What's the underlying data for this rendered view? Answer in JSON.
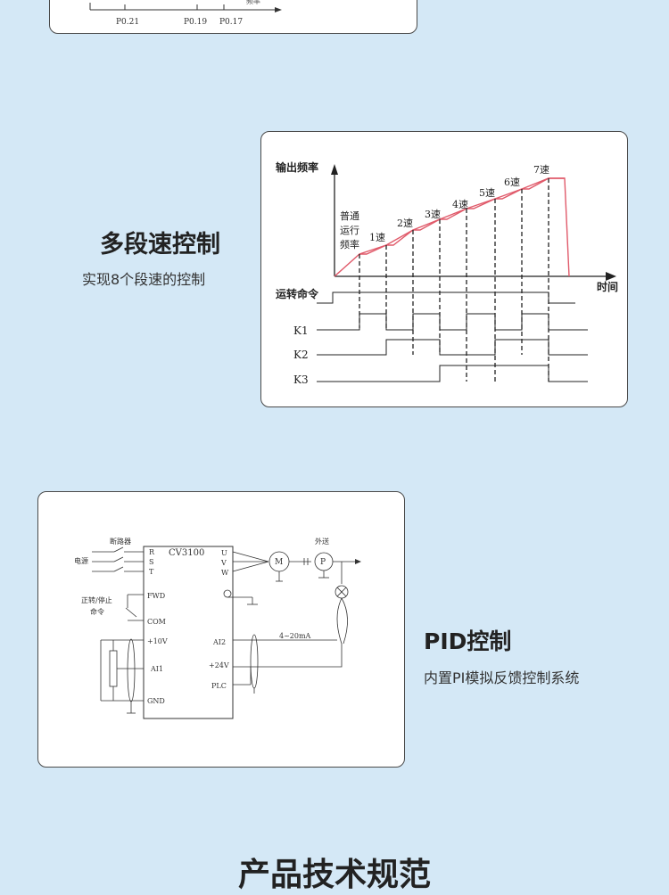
{
  "top_card": {
    "labels": [
      "P0.21",
      "P0.19",
      "P0.17"
    ],
    "partial_label": "频率"
  },
  "multi_speed": {
    "title": "多段速控制",
    "subtitle": "实现8个段速的控制",
    "diagram": {
      "y_axis": "输出频率",
      "x_axis": "时间",
      "normal_label": [
        "普通",
        "运行",
        "频率"
      ],
      "speeds": [
        "1速",
        "2速",
        "3速",
        "4速",
        "5速",
        "6速",
        "7速"
      ],
      "run_cmd": "运转命令",
      "k_labels": [
        "K1",
        "K2",
        "K3"
      ]
    }
  },
  "pid": {
    "title": "PID控制",
    "subtitle": "内置PI模拟反馈控制系统",
    "diagram": {
      "breaker": "断路器",
      "power": "电源",
      "model": "CV3100",
      "inputs": [
        "R",
        "S",
        "T"
      ],
      "outputs": [
        "U",
        "V",
        "W"
      ],
      "fwd": "FWD",
      "com": "COM",
      "v10": "+10V",
      "ai1": "AI1",
      "gnd": "GND",
      "ai2": "AI2",
      "v24": "+24V",
      "plc": "PLC",
      "signal": "4~20mA",
      "cmd": [
        "正转/停止",
        "命令"
      ],
      "external": "外送",
      "motor": "M",
      "pump": "P"
    }
  },
  "spec_title": "产品技术规范"
}
